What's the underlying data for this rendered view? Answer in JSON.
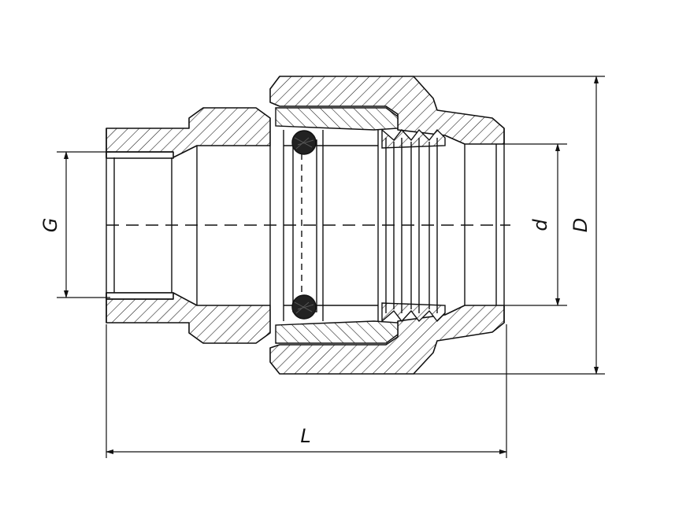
{
  "dimensions": {
    "thread": "G",
    "pipe_diameter": "d",
    "outer_diameter": "D",
    "length": "L"
  },
  "colors": {
    "line": "#111111",
    "background": "#ffffff",
    "seal": "#222222"
  }
}
